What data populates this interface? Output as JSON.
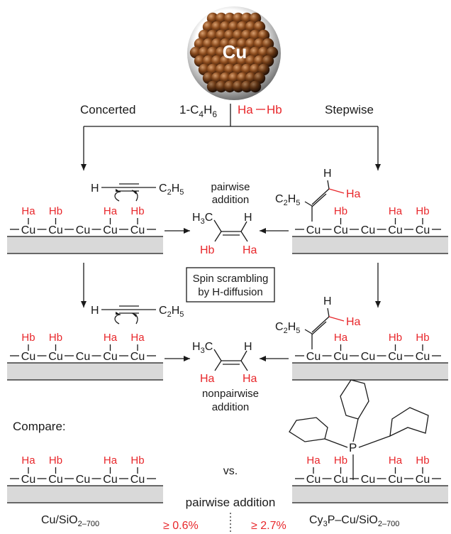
{
  "particle": {
    "label": "Cu"
  },
  "reactants": {
    "butyne": "1-C",
    "butyne_sub4": "4",
    "butyne_H": "H",
    "butyne_sub6": "6",
    "hydrogen_a": "Ha",
    "hydrogen_b": "Hb"
  },
  "mechanisms": {
    "concerted": "Concerted",
    "stepwise": "Stepwise"
  },
  "atoms": {
    "H": "H",
    "C2": "C",
    "sub2": "2",
    "H5": "H",
    "sub5": "5",
    "H3": "H",
    "sub3": "3",
    "C": "C"
  },
  "labels": {
    "pairwise_1": "pairwise",
    "addition": "addition",
    "nonpairwise_1": "nonpairwise",
    "spin_1": "Spin scrambling",
    "spin_2": "by H-diffusion",
    "compare": "Compare:",
    "vs": "vs.",
    "pairwise_addition": "pairwise addition",
    "left_value": "≥ 0.6%",
    "right_value": "≥ 2.7%"
  },
  "catalysts": {
    "left_main": "Cu/SiO",
    "left_sub": "2–700",
    "right_cy": "Cy",
    "right_sub3": "3",
    "right_main": "P–Cu/SiO",
    "right_sub": "2–700",
    "phosphorus": "P"
  },
  "surface": {
    "cu": "Cu"
  },
  "h": {
    "a": "Ha",
    "b": "Hb"
  }
}
